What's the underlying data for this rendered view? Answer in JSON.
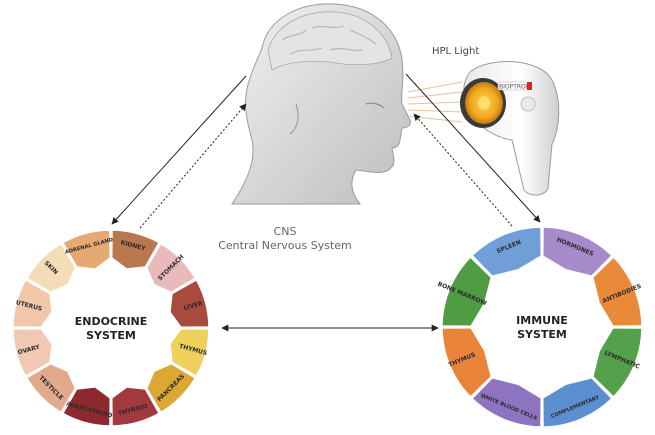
{
  "labels": {
    "hpl_light": "HPL Light",
    "cns_title": "CNS",
    "cns_subtitle": "Central Nervous System",
    "device_brand": "BIOPTRON"
  },
  "endocrine": {
    "title_line1": "ENDOCRINE",
    "title_line2": "SYSTEM",
    "segments": [
      {
        "label": "KIDNEY",
        "color": "#b8774c"
      },
      {
        "label": "STOMACH",
        "color": "#e9b9bc"
      },
      {
        "label": "LIVER",
        "color": "#a84b3e"
      },
      {
        "label": "THYMUS",
        "color": "#efd05a"
      },
      {
        "label": "PANCREAS",
        "color": "#dca732"
      },
      {
        "label": "THYROID",
        "color": "#a2393e"
      },
      {
        "label": "PARATHYROID",
        "color": "#8c2a30"
      },
      {
        "label": "TESTICLE",
        "color": "#e3a98c"
      },
      {
        "label": "OVARY",
        "color": "#f0c8b3"
      },
      {
        "label": "UTERUS",
        "color": "#f2c7a9"
      },
      {
        "label": "SKIN",
        "color": "#f4dcb7"
      },
      {
        "label": "ADRENAL GLAND",
        "color": "#e6a971"
      }
    ]
  },
  "immune": {
    "title_line1": "IMMUNE",
    "title_line2": "SYSTEM",
    "segments": [
      {
        "label": "HORMONES",
        "color": "#a78ac9"
      },
      {
        "label": "ANTIBODIES",
        "color": "#e88a3a"
      },
      {
        "label": "LYMPHATIC",
        "color": "#55a04a"
      },
      {
        "label": "COMPLEMENTARY",
        "color": "#5b8fcf"
      },
      {
        "label": "WHITE BLOOD CELLS",
        "color": "#8e73c0"
      },
      {
        "label": "THYMUS",
        "color": "#e9833a"
      },
      {
        "label": "BONE MARROW",
        "color": "#4f9c44"
      },
      {
        "label": "SPLEEN",
        "color": "#6f9fd6"
      }
    ]
  }
}
